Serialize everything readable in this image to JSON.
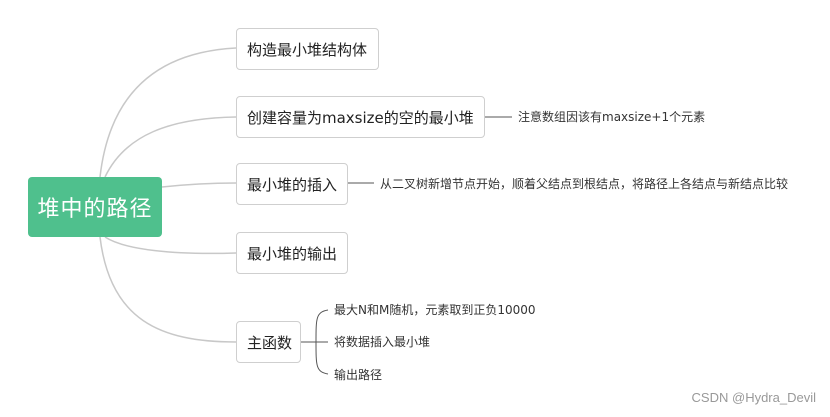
{
  "root": {
    "label": "堆中的路径"
  },
  "branches": [
    {
      "label": "构造最小堆结构体",
      "children": []
    },
    {
      "label": "创建容量为maxsize的空的最小堆",
      "children": [
        "注意数组因该有maxsize+1个元素"
      ]
    },
    {
      "label": "最小堆的插入",
      "children": [
        "从二叉树新增节点开始，顺着父结点到根结点，将路径上各结点与新结点比较"
      ]
    },
    {
      "label": "最小堆的输出",
      "children": []
    },
    {
      "label": "主函数",
      "children": [
        "最大N和M随机，元素取到正负10000",
        "将数据插入最小堆",
        "输出路径"
      ]
    }
  ],
  "watermark": "CSDN @Hydra_Devil",
  "colors": {
    "root_bg": "#4fc08d",
    "line": "#c8c8c8",
    "node_border": "#cfcfcf"
  }
}
